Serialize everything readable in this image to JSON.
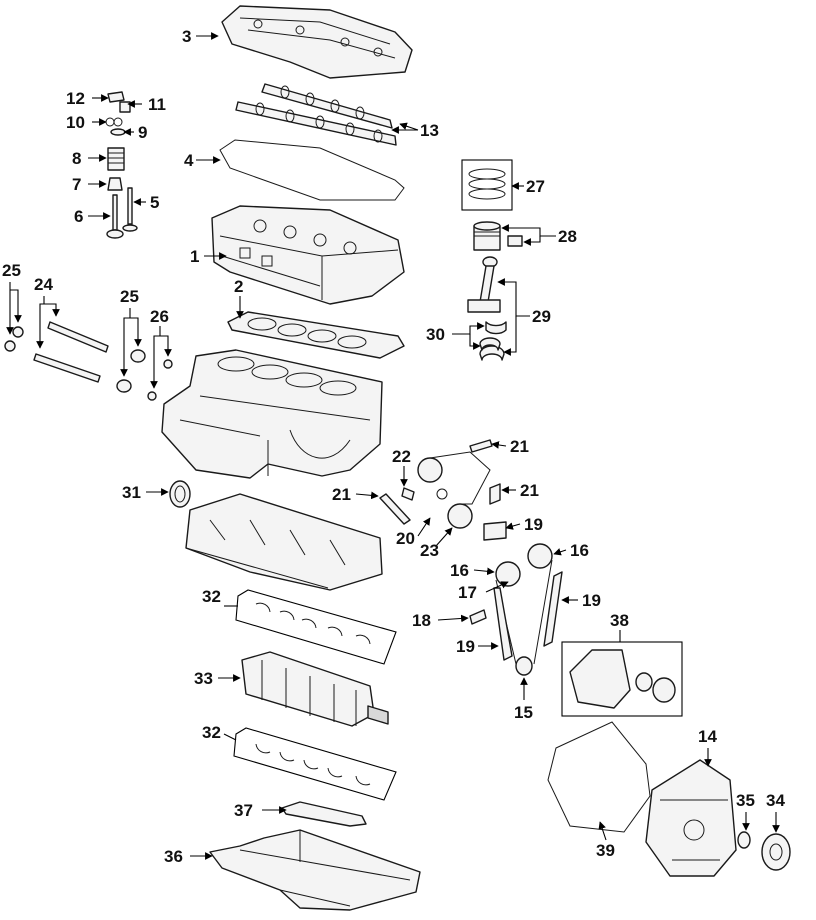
{
  "callouts": {
    "n1": "1",
    "n2": "2",
    "n3": "3",
    "n4": "4",
    "n5": "5",
    "n6": "6",
    "n7": "7",
    "n8": "8",
    "n9": "9",
    "n10": "10",
    "n11": "11",
    "n12": "12",
    "n13": "13",
    "n14": "14",
    "n15": "15",
    "n16": "16",
    "n17": "17",
    "n18": "18",
    "n19": "19",
    "n20": "20",
    "n21": "21",
    "n22": "22",
    "n23": "23",
    "n24": "24",
    "n25": "25",
    "n26": "26",
    "n27": "27",
    "n28": "28",
    "n29": "29",
    "n30": "30",
    "n31": "31",
    "n32": "32",
    "n33": "33",
    "n34": "34",
    "n35": "35",
    "n36": "36",
    "n37": "37",
    "n38": "38",
    "n39": "39"
  },
  "colors": {
    "line": "#1a1a1a",
    "fill": "#f4f4f4",
    "shade": "#d9d9d9",
    "background": "#ffffff"
  }
}
